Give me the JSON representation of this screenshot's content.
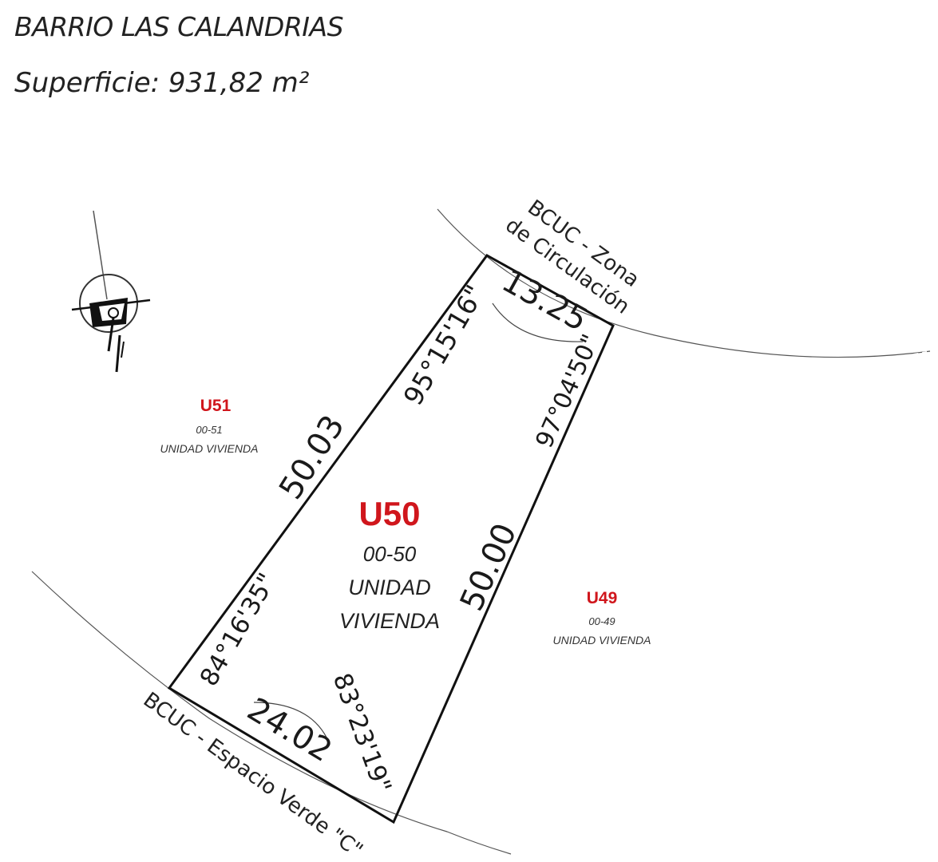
{
  "header": {
    "title": "BARRIO LAS CALANDRIAS",
    "area_label": "Superficie:",
    "area_value": "931,82 m²"
  },
  "lot": {
    "code": "U50",
    "number": "00-50",
    "use_line1": "UNIDAD",
    "use_line2": "VIVIENDA"
  },
  "neighbors": {
    "left": {
      "code": "U51",
      "number": "00-51",
      "use": "UNIDAD VIVIENDA"
    },
    "right": {
      "code": "U49",
      "number": "00-49",
      "use": "UNIDAD VIVIENDA"
    }
  },
  "sides": {
    "top": "13.25",
    "left": "50.03",
    "right": "50.00",
    "bottom": "24.02"
  },
  "angles": {
    "top_left": "95°15'16\"",
    "top_right": "97°04'50\"",
    "bottom_left": "84°16'35\"",
    "bottom_right": "83°23'19\""
  },
  "roads": {
    "top_line1": "BCUC - Zona",
    "top_line2": "de Circulación",
    "bottom": "BCUC - Espacio Verde \"C\""
  },
  "colors": {
    "lot_code": "#d0161c",
    "neighbor_code": "#d0161c",
    "outline": "#111111"
  },
  "icons": {
    "north": "north-arrow-icon"
  }
}
